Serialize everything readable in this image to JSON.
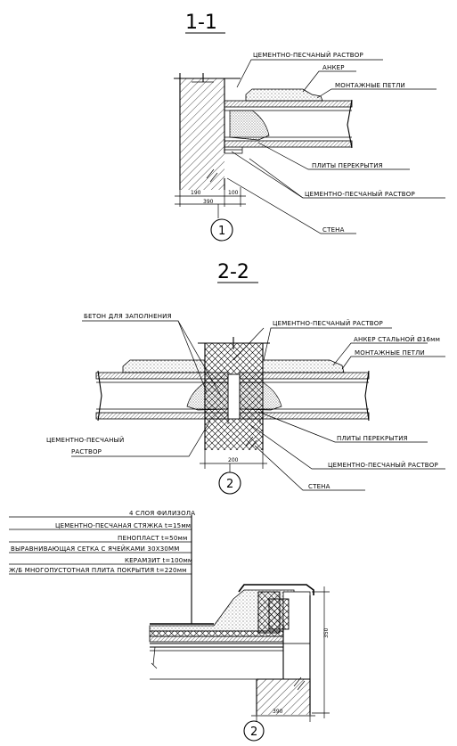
{
  "section1": {
    "title": "1-1",
    "labels": {
      "cement_mortar_top": "ЦЕМЕНТНО-ПЕСЧАНЫЙ РАСТВОР",
      "anchor": "АНКЕР",
      "mounting_loops": "МОНТАЖНЫЕ ПЕТЛИ",
      "floor_slabs": "ПЛИТЫ ПЕРЕКРЫТИЯ",
      "cement_mortar_bottom": "ЦЕМЕНТНО-ПЕСЧАНЫЙ РАСТВОР",
      "wall": "СТЕНА"
    },
    "dims": {
      "left": "190",
      "right": "100",
      "total": "390"
    },
    "marker": "1"
  },
  "section2": {
    "title": "2-2",
    "labels": {
      "fill_concrete": "БЕТОН ДЛЯ ЗАПОЛНЕНИЯ",
      "cement_mortar_top": "ЦЕМЕНТНО-ПЕСЧАНЫЙ РАСТВОР",
      "steel_anchor": "АНКЕР СТАЛЬНОЙ Ø16мм",
      "mounting_loops": "МОНТАЖНЫЕ ПЕТЛИ",
      "cement_mortar_left_1": "ЦЕМЕНТНО-ПЕСЧАНЫЙ",
      "cement_mortar_left_2": "РАСТВОР",
      "floor_slabs": "ПЛИТЫ ПЕРЕКРЫТИЯ",
      "cement_mortar_bottom": "ЦЕМЕНТНО-ПЕСЧАНЫЙ РАСТВОР",
      "wall": "СТЕНА"
    },
    "dims": {
      "width": "200"
    },
    "marker": "2"
  },
  "section3": {
    "layers": [
      "4 СЛОЯ ФИЛИЗОЛА",
      "ЦЕМЕНТНО-ПЕСЧАНАЯ СТЯЖКА t=15мм",
      "ПЕНОПЛАСТ t=50мм",
      "ВЫРАВНИВАЮЩАЯ СЕТКА С ЯЧЕЙКАМИ 30Х30ММ",
      "КЕРАМЗИТ t=100мм",
      "Ж/Б МНОГОПУСТОТНАЯ ПЛИТА ПОКРЫТИЯ t=220мм"
    ],
    "dims": {
      "height": "350",
      "width": "390"
    },
    "marker": "2"
  }
}
